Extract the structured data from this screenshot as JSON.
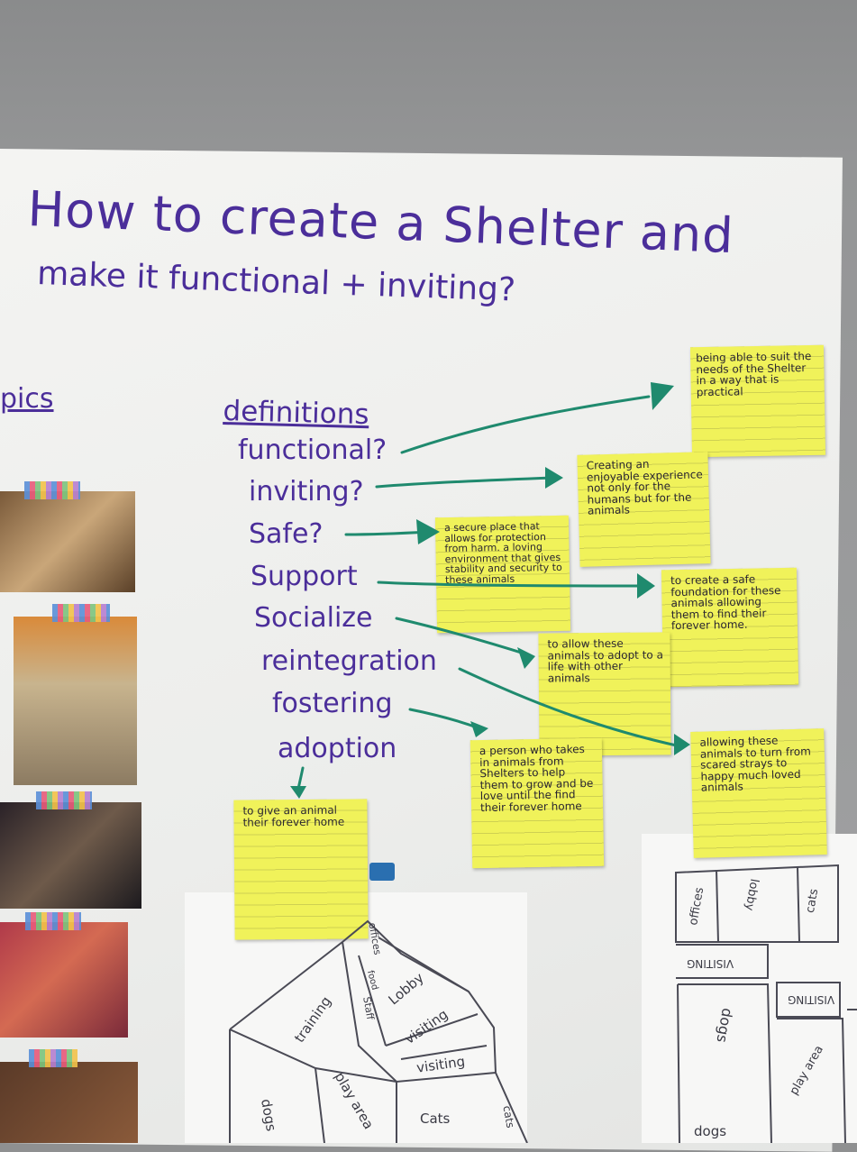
{
  "title": {
    "line1": "How to create a Shelter and",
    "line2": "make it functional + inviting?"
  },
  "pics_heading": "pics",
  "definitions_heading": "definitions",
  "terms": [
    "functional?",
    "inviting?",
    "Safe?",
    "Support",
    "Socialize",
    "reintegration",
    "fostering",
    "adoption"
  ],
  "notes": {
    "functional": "being able to suit the needs of the Shelter in a way that is practical",
    "inviting": "Creating an enjoyable experience not only for the humans but for the animals",
    "safe": "a secure place that allows for protection from harm. a loving environment that gives stability and security to these animals",
    "support": "to create a safe foundation for these animals allowing them to find their forever home.",
    "socialize": "to allow these animals to adopt to a life with other animals",
    "reintegration": "allowing these animals to turn from scared strays to happy much loved animals",
    "fostering": "a person who takes in animals from Shelters to help them to grow and be love until the find their forever home",
    "adoption": "to give an animal their forever home"
  },
  "floor_plan_left": [
    "offices",
    "food",
    "Staff",
    "Lobby",
    "visiting",
    "visiting",
    "training",
    "dogs",
    "play area",
    "Cats",
    "cats"
  ],
  "floor_plan_right": [
    "offices",
    "lobby",
    "cats",
    "VISITING",
    "VISITING",
    "dogs",
    "play area",
    "dogs"
  ],
  "colors": {
    "marker_purple": "#4b2e9a",
    "arrow_green": "#1f8a6e",
    "sticky_yellow": "#f0f25a"
  }
}
